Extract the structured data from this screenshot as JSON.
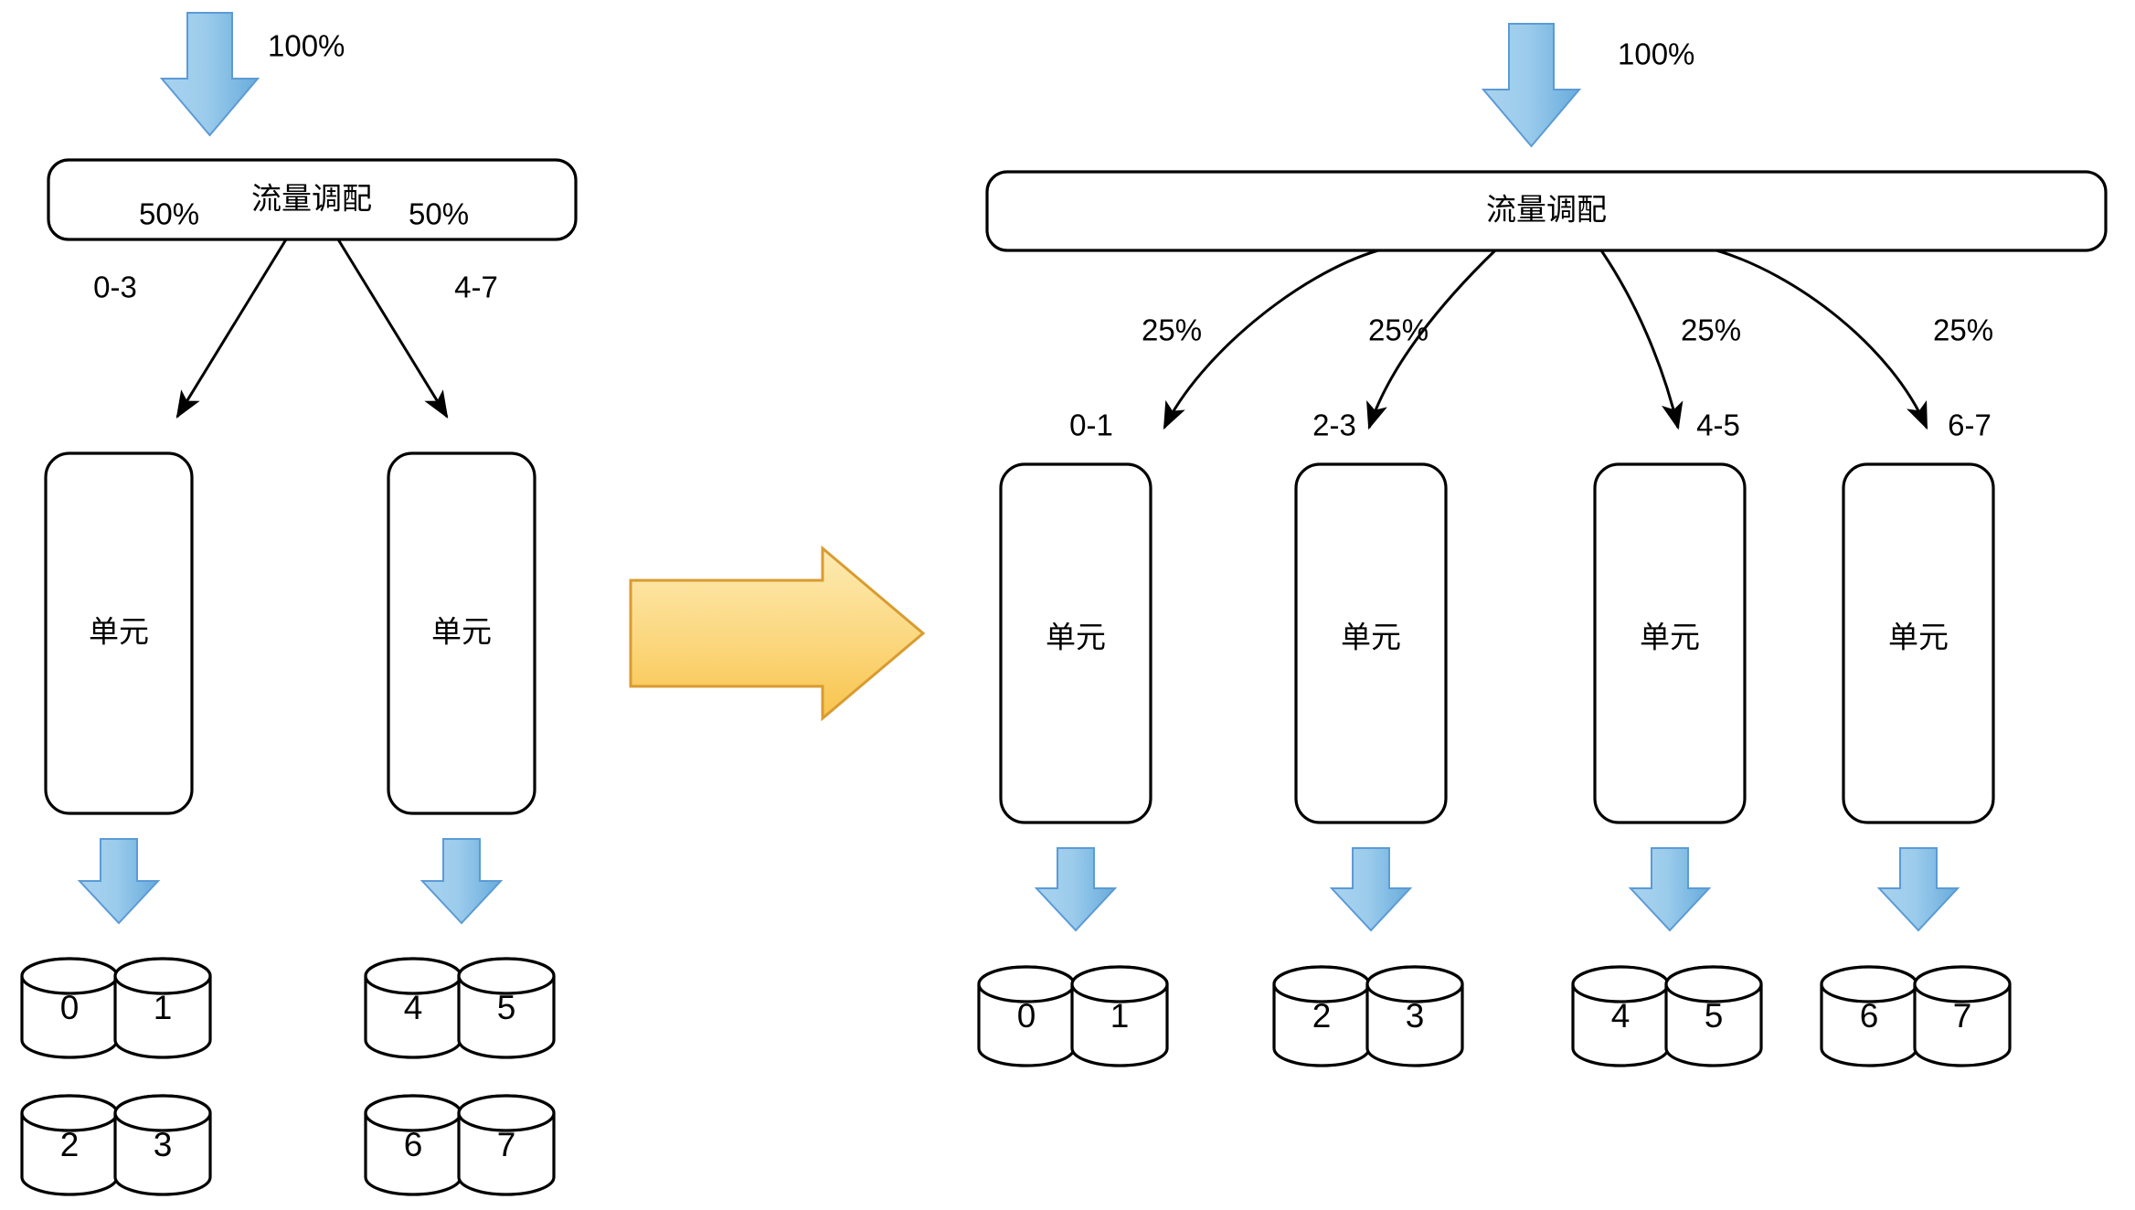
{
  "diagram": {
    "title_before": "流量调配",
    "title_after": "流量调配",
    "unit_label": "单元",
    "colors": {
      "blue_arrow_light": "#9DCBEC",
      "blue_arrow_dark": "#6BAEDE",
      "blue_arrow_stroke": "#5B9BD5",
      "orange_arrow_light": "#FCE49B",
      "orange_arrow_dark": "#F8C651",
      "orange_arrow_stroke": "#D99B30",
      "stroke": "#000000",
      "background": "#FFFFFF"
    },
    "before": {
      "ingress_percent": "100%",
      "ingress_icon": "down-arrow-icon",
      "router_label": "流量调配",
      "split_percents": [
        "50%",
        "50%"
      ],
      "units": [
        {
          "range_label": "0-3",
          "unit_label": "单元",
          "egress_icon": "down-arrow-icon",
          "shards": [
            "0",
            "1",
            "2",
            "3"
          ]
        },
        {
          "range_label": "4-7",
          "unit_label": "单元",
          "egress_icon": "down-arrow-icon",
          "shards": [
            "4",
            "5",
            "6",
            "7"
          ]
        }
      ]
    },
    "transition_icon": "right-arrow-icon",
    "after": {
      "ingress_percent": "100%",
      "ingress_icon": "down-arrow-icon",
      "router_label": "流量调配",
      "split_percents": [
        "25%",
        "25%",
        "25%",
        "25%"
      ],
      "units": [
        {
          "range_label": "0-1",
          "unit_label": "单元",
          "egress_icon": "down-arrow-icon",
          "shards": [
            "0",
            "1"
          ]
        },
        {
          "range_label": "2-3",
          "unit_label": "单元",
          "egress_icon": "down-arrow-icon",
          "shards": [
            "2",
            "3"
          ]
        },
        {
          "range_label": "4-5",
          "unit_label": "单元",
          "egress_icon": "down-arrow-icon",
          "shards": [
            "4",
            "5"
          ]
        },
        {
          "range_label": "6-7",
          "unit_label": "单元",
          "egress_icon": "down-arrow-icon",
          "shards": [
            "6",
            "7"
          ]
        }
      ]
    }
  }
}
